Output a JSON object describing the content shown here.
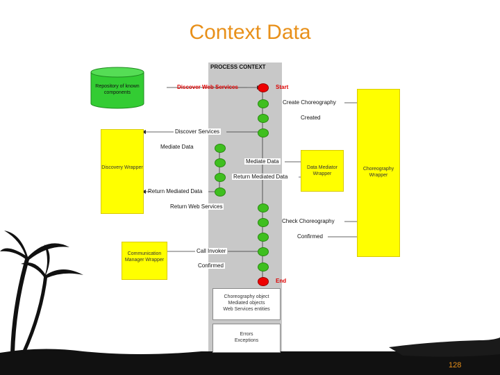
{
  "slide": {
    "title": "Context Data",
    "page_number": "128"
  },
  "process": {
    "header": "PROCESS CONTEXT",
    "start": "Start",
    "end": "End"
  },
  "boxes": {
    "repository": "Repository of known components",
    "discovery": "Discovery Wrapper",
    "data_mediator": "Data Mediator Wrapper",
    "choreography": "Choreography Wrapper",
    "communication": "Communication Manager Wrapper"
  },
  "messages": {
    "discover_web_services_call": "Discover Web Services",
    "create_choreography": "Create Choreography",
    "created": "Created",
    "discover_services": "Discover Services",
    "mediate_data_left": "Mediate Data",
    "mediate_data_right": "Mediate Data",
    "return_mediated_data_right": "Return Mediated Data",
    "return_mediated_data_left": "Return Mediated Data",
    "return_web_services": "Return Web Services",
    "check_choreography": "Check Choreography",
    "confirmed_right": "Confirmed",
    "call_invoker": "Call Invoker",
    "confirmed_left": "Confirmed"
  },
  "context_objects": {
    "line1": "Choreography object",
    "line2": "Mediated objects",
    "line3": "Web Services entities",
    "errors1": "Errors",
    "errors2": "Exceptions"
  },
  "colors": {
    "title": "#e8901a",
    "wrapper_fill": "#ffff00",
    "node_fill": "#3fbf1f",
    "terminal_fill": "#ee0000",
    "repository_fill": "#33cc33"
  }
}
